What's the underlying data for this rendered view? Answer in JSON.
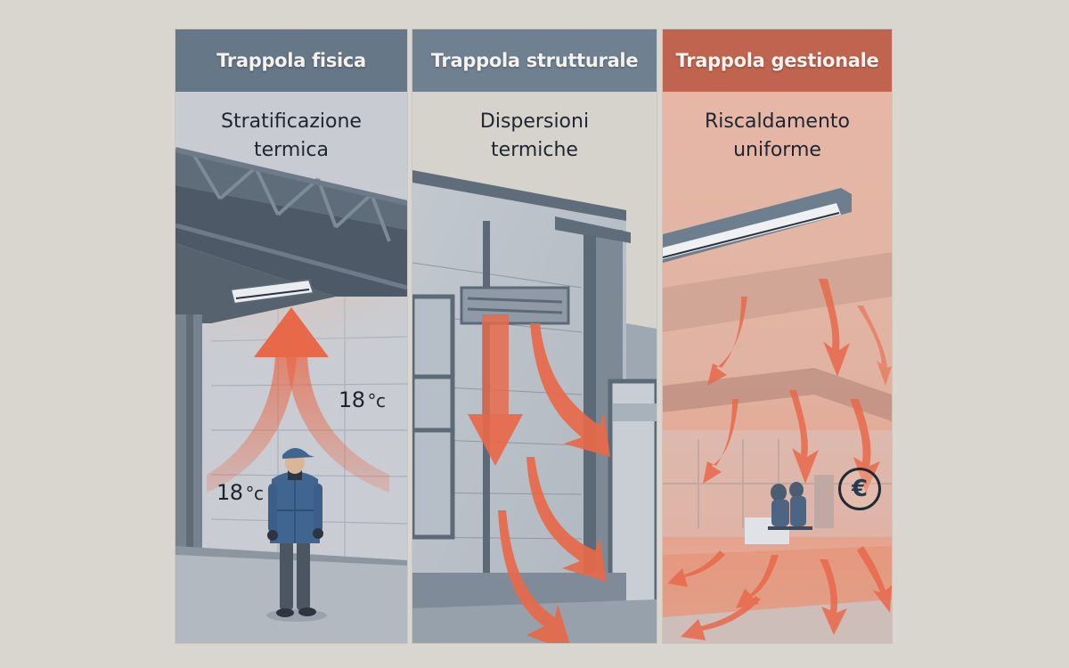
{
  "figure": {
    "background_color": "#d9d6d0",
    "arrow_color": "#e8694a"
  },
  "panels": [
    {
      "header": "Trappola fisica",
      "header_color": "#667788",
      "subtitle_line1": "Stratificazione",
      "subtitle_line2": "termica",
      "labels": {
        "temp_upper": "18",
        "temp_upper_unit": "°c",
        "temp_lower": "18",
        "temp_lower_unit": "°c"
      },
      "scene": "warehouse with ceiling heater, warm air rising as arrows, worker in blue jacket and cap standing below"
    },
    {
      "header": "Trappola strutturale",
      "header_color": "#6f8191",
      "subtitle_line1": "Dispersioni",
      "subtitle_line2": "termiche",
      "scene": "building facade with wall vent, heat arrows escaping downward and out through open door"
    },
    {
      "header": "Trappola gestionale",
      "header_color": "#c0644f",
      "subtitle_line1": "Riscaldamento",
      "subtitle_line2": "uniforme",
      "labels": {
        "currency_symbol": "€"
      },
      "scene": "office interior flooded with warm tint, ceiling heater, arrows spreading everywhere, people at desk, euro cost icon"
    }
  ]
}
